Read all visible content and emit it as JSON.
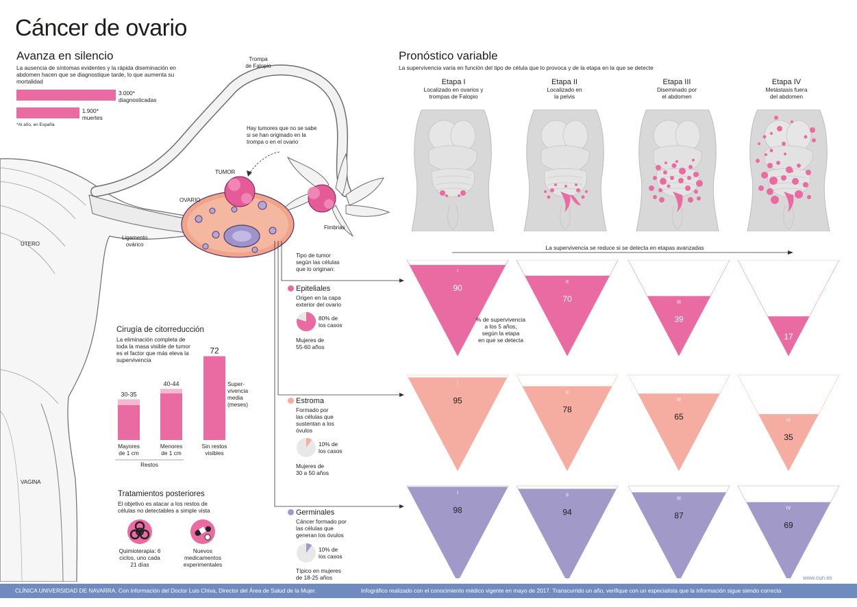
{
  "title": "Cáncer de ovario",
  "silencio": {
    "heading": "Avanza en silencio",
    "desc_lines": [
      "La ausencia de síntomas evidentes y la rápida diseminación en",
      "abdomen hacen que se diagnostique tarde, lo que aumenta su",
      "mortalidad"
    ],
    "stat1_value": "3.000*",
    "stat1_label": "diagnosticadas",
    "stat2_value": "1.900*",
    "stat2_label": "muertes",
    "stat1_count": 3000,
    "stat2_count": 1900,
    "footnote": "*Al año, en España"
  },
  "anatomy": {
    "trompa_lines": [
      "Trompa",
      "de Falopio"
    ],
    "tumor_note_lines": [
      "Hay tumores que no se sabe",
      "si se han originado en la",
      "trompa o en el ovario"
    ],
    "tumor": "TUMOR",
    "ovario": "OVARIO",
    "fimbrias": "Fimbrias",
    "ligamento_lines": [
      "Ligamento",
      "ovárico"
    ],
    "utero": "ÚTERO",
    "vagina": "VAGINA"
  },
  "pronostico": {
    "heading": "Pronóstico variable",
    "desc": "La supervivencia varía en función del tipo de célula que lo provoca y de la etapa en la que se detecte",
    "stages": [
      {
        "title": "Etapa I",
        "desc_lines": [
          "Localizado en ovarios y",
          "trompas de Falopio"
        ]
      },
      {
        "title": "Etapa II",
        "desc_lines": [
          "Localizado en",
          "la pelvis"
        ]
      },
      {
        "title": "Etapa III",
        "desc_lines": [
          "Diseminado por",
          "el abdomen"
        ]
      },
      {
        "title": "Etapa IV",
        "desc_lines": [
          "Metástasis fuera",
          "del abdomen"
        ]
      }
    ],
    "arrow_label": "La supervivencia  se reduce si se detecta en etapas avanzadas",
    "survival_note_lines": [
      "% de supervivencia",
      "a los 5 años,",
      "según la etapa",
      "en que se detecta"
    ],
    "roman": [
      "I",
      "II",
      "III",
      "IV"
    ]
  },
  "tumor_types": {
    "intro_lines": [
      "Tipo de tumor",
      "según las células",
      "que lo originan:"
    ],
    "types": [
      {
        "name": "Epiteliales",
        "desc_lines": [
          "Origen en la capa",
          "exterior del ovario"
        ],
        "pct_lines": [
          "80% de",
          "los casos"
        ],
        "pct": 80,
        "age_lines": [
          "Mujeres de",
          "55-60 años"
        ],
        "color": "#e96ba1",
        "survival": [
          90,
          70,
          39,
          17
        ]
      },
      {
        "name": "Estroma",
        "desc_lines": [
          "Formado por",
          "las células que",
          "sustentan a los",
          "óvulos"
        ],
        "pct_lines": [
          "10% de",
          "los casos"
        ],
        "pct": 10,
        "age_lines": [
          "Mujeres de",
          "30 a 50 años"
        ],
        "color": "#f4ada0",
        "survival": [
          95,
          78,
          65,
          35
        ]
      },
      {
        "name": "Germinales",
        "desc_lines": [
          "Cáncer formado por",
          "las células que",
          "generan los óvulos"
        ],
        "pct_lines": [
          "10% de",
          "los casos"
        ],
        "pct": 10,
        "age_lines": [
          "Típico en mujeres",
          "de 18-25 años"
        ],
        "color": "#a19ac8",
        "survival": [
          98,
          94,
          87,
          69
        ]
      }
    ]
  },
  "cirugia": {
    "heading": "Cirugía de citorreducción",
    "desc_lines": [
      "La eliminación completa de",
      "toda la masa visible de tumor",
      "es el factor que más eleva la",
      "supervivencia"
    ],
    "bars": [
      {
        "value_label": "30-35",
        "low": 30,
        "high": 35,
        "label_lines": [
          "Mayores",
          "de 1 cm"
        ]
      },
      {
        "value_label": "40-44",
        "low": 40,
        "high": 44,
        "label_lines": [
          "Menores",
          "de 1 cm"
        ]
      },
      {
        "value_label": "72",
        "low": 72,
        "high": 72,
        "label_lines": [
          "Sin restos",
          "visibles"
        ]
      }
    ],
    "ylabel_lines": [
      "Super-",
      "vivencia",
      "media",
      "(meses)"
    ],
    "group_label": "Restos"
  },
  "tratamientos": {
    "heading": "Tratamientos posteriores",
    "desc_lines": [
      "El objetivo es atacar a los restos de",
      "células no detectables a simple vista"
    ],
    "items": [
      {
        "icon": "biohazard-icon",
        "label_lines": [
          "Quimioterapia: 6",
          "ciclos, uno cada",
          "21 días"
        ]
      },
      {
        "icon": "pills-icon",
        "label_lines": [
          "Nuevos",
          "medicamentos",
          "experimentales"
        ]
      }
    ]
  },
  "website": "www.cun.es",
  "footer": {
    "left": "CLÍNICA UNIVERSIDAD DE NAVARRA. Con información del Doctor Luis Chiva, Director del Área de Salud de la Mujer.",
    "right": "Infográfico realizado con el conocimiento médico vigente en mayo de 2017. Transcurrido un año, verifique con un especialista que la información sigue siendo correcta"
  },
  "colors": {
    "pink": "#e96ba1",
    "salmon": "#f4ada0",
    "lilac": "#a19ac8",
    "footer": "#6f8bc0",
    "body_gray": "#d9d9d9"
  }
}
